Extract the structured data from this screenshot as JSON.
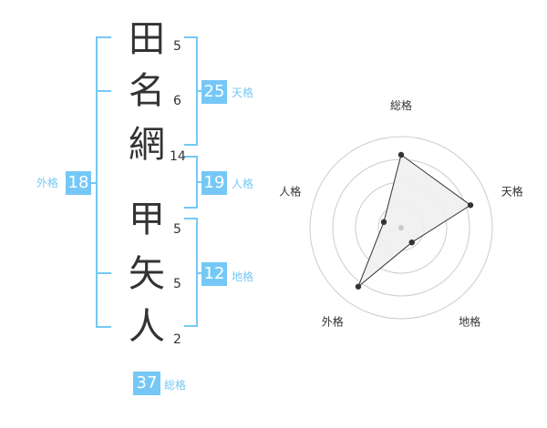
{
  "name": {
    "characters": [
      {
        "char": "田",
        "strokes": "5"
      },
      {
        "char": "名",
        "strokes": "6"
      },
      {
        "char": "網",
        "strokes": "14"
      },
      {
        "char": "甲",
        "strokes": "5"
      },
      {
        "char": "矢",
        "strokes": "5"
      },
      {
        "char": "人",
        "strokes": "2"
      }
    ]
  },
  "fortune": {
    "outer": {
      "value": "18",
      "label": "外格"
    },
    "heaven": {
      "value": "25",
      "label": "天格"
    },
    "person": {
      "value": "19",
      "label": "人格"
    },
    "earth": {
      "value": "12",
      "label": "地格"
    },
    "total": {
      "value": "37",
      "label": "総格"
    }
  },
  "chart_data": {
    "type": "radar",
    "axes": [
      "総格",
      "天格",
      "地格",
      "外格",
      "人格"
    ],
    "values": [
      4,
      4,
      1,
      4,
      1
    ],
    "max": 5,
    "rings": 4
  },
  "colors": {
    "accent": "#75c8f6",
    "text": "#333333",
    "ring": "#cccccc",
    "fill": "#f0f0f0",
    "center": "#c8c8c8"
  }
}
